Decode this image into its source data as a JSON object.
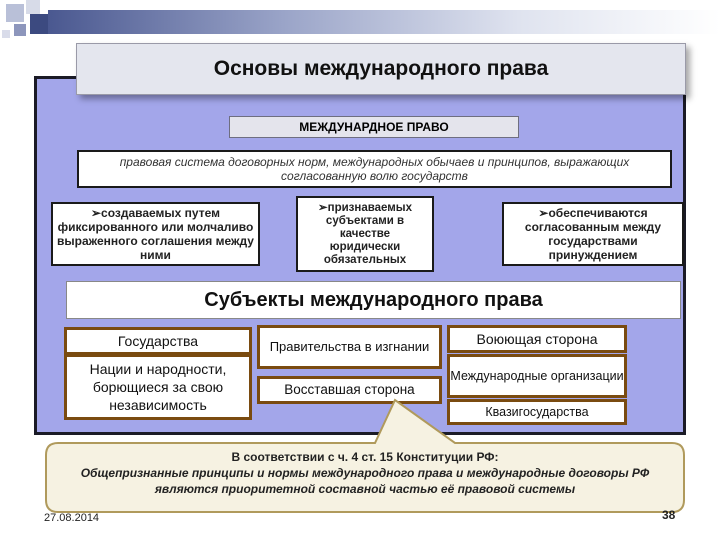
{
  "title": "Основы международного права",
  "label": "МЕЖДУНАРДНОЕ ПРАВО",
  "definition": "правовая система договорных норм, международных обычаев и принципов, выражающих согласованную волю государств",
  "features": [
    "➢создаваемых путем фиксированного или молчаливо выраженного соглашения между ними",
    "➢признаваемых субъектами в качестве юридически обязательных",
    "➢обеспечиваются согласованным между государствами принуждением"
  ],
  "subjects_title": "Субъекты международного права",
  "subjects": {
    "states": "Государства",
    "nations": "Нации и народности, борющиеся за свою независимость",
    "governments_exile": "Правительства в изгнании",
    "rebel_side": "Восставшая сторона",
    "belligerent": "Воюющая сторона",
    "intl_orgs": "Международные организации",
    "quasi_states": "Квазигосударства"
  },
  "callout": {
    "lead": "В соответствии с ч. 4 ст. 15 Конституции РФ:",
    "body": "Общепризнанные принципы и нормы международного права и международные договоры РФ являются приоритетной составной частью её правовой системы"
  },
  "footer": {
    "date": "27.08.2014",
    "page": "38"
  },
  "colors": {
    "panel": "#a3a6ea",
    "subject_border": "#7a4b10",
    "callout_fill": "#f6f2e2",
    "callout_border": "#b09a5c"
  }
}
